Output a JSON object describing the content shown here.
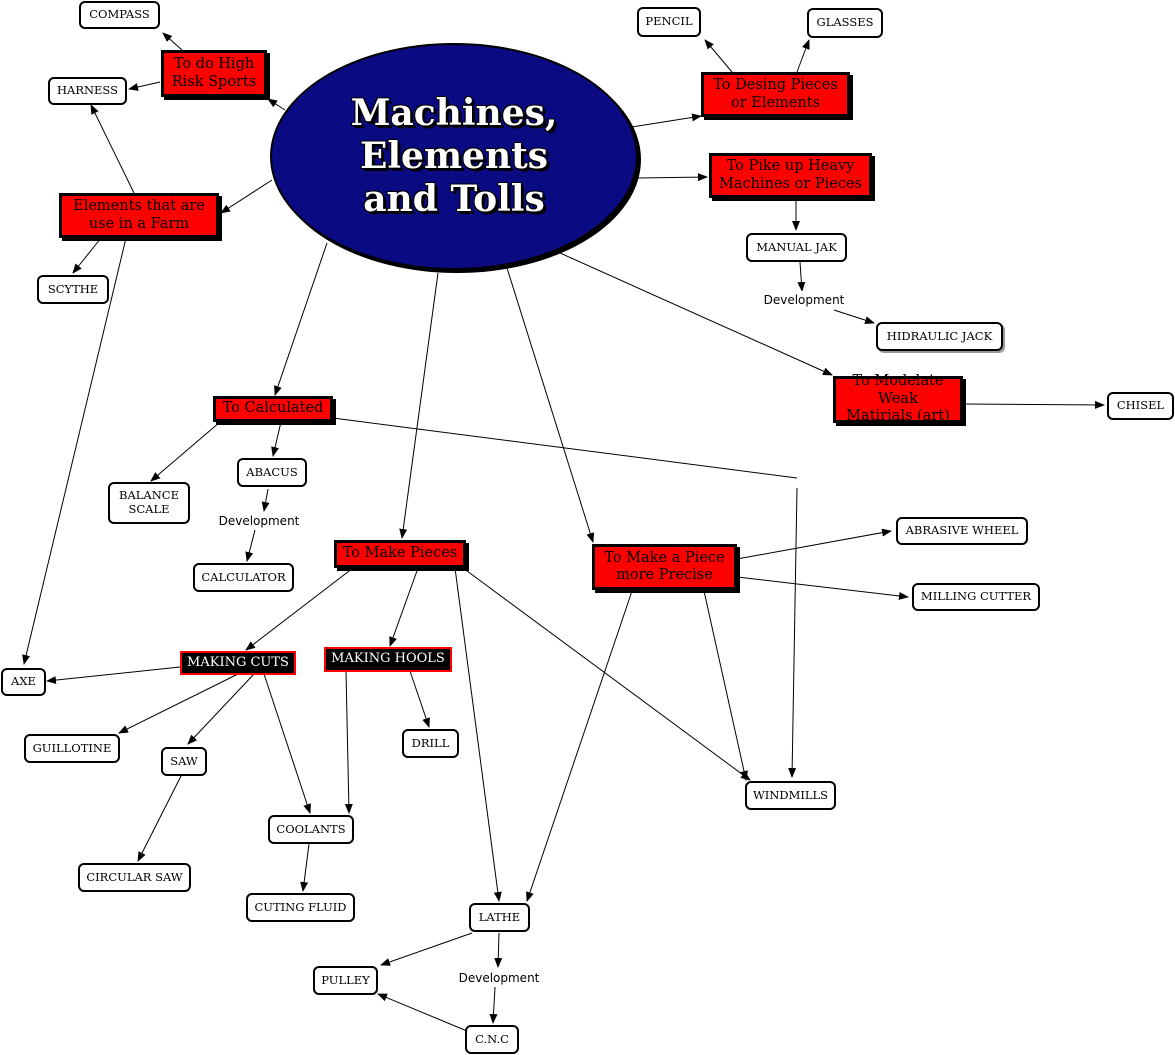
{
  "diagram": {
    "center": {
      "title": "Machines,\nElements\nand Tolls"
    },
    "colors": {
      "accent_box": "#ff0000",
      "center_fill": "#0a0a82",
      "dark_box": "#000000"
    },
    "categories": {
      "high_risk": "To do High\nRisk Sports",
      "desing": "To Desing Pieces\nor Elements",
      "pike_up": "To Pike up Heavy\nMachines or Pieces",
      "farm": "Elements that are\nuse in a Farm",
      "calculated": "To Calculated",
      "modelate": "To Modelate Weak\nMatirials (art)",
      "make_pieces": "To Make Pieces",
      "precise": "To Make a Piece\nmore Precise"
    },
    "subcategories": {
      "making_cuts": "MAKING CUTS",
      "making_hools": "MAKING HOOLS"
    },
    "items": {
      "compass": "COMPASS",
      "harness": "HARNESS",
      "pencil": "PENCIL",
      "glasses": "GLASSES",
      "manual_jak": "MANUAL JAK",
      "hidraulic_jack": "HIDRAULIC JACK",
      "scythe": "SCYTHE",
      "chisel": "CHISEL",
      "abacus": "ABACUS",
      "balance_scale": "BALANCE\nSCALE",
      "calculator": "CALCULATOR",
      "abrasive_wheel": "ABRASIVE WHEEL",
      "milling_cutter": "MILLING CUTTER",
      "axe": "AXE",
      "drill": "DRILL",
      "guillotine": "GUILLOTINE",
      "saw": "SAW",
      "windmills": "WINDMILLS",
      "coolants": "COOLANTS",
      "circular_saw": "CIRCULAR SAW",
      "cuting_fluid": "CUTING FLUID",
      "lathe": "LATHE",
      "pulley": "PULLEY",
      "cnc": "C.N.C"
    },
    "link_labels": {
      "dev_jack": "Development",
      "dev_calc": "Development",
      "dev_cnc": "Development"
    }
  }
}
